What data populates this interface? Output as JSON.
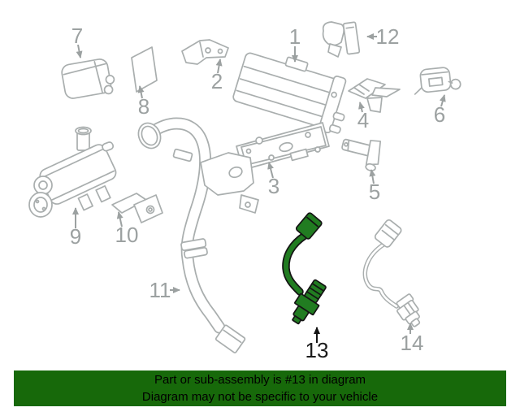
{
  "banner": {
    "line1": "Part or sub-assembly is #13 in diagram",
    "line2": "Diagram may not be specific to your vehicle",
    "bg_color": "#17690a",
    "text_color": "#000000"
  },
  "diagram": {
    "type": "exploded-parts-diagram",
    "highlighted_part": "13",
    "line_color": "#a9aeae",
    "label_color": "#9ca1a1",
    "highlight_fill": "#217c21",
    "highlight_stroke": "#141414",
    "callouts": [
      {
        "label": "1"
      },
      {
        "label": "2"
      },
      {
        "label": "3"
      },
      {
        "label": "4"
      },
      {
        "label": "5"
      },
      {
        "label": "6"
      },
      {
        "label": "7"
      },
      {
        "label": "8"
      },
      {
        "label": "9"
      },
      {
        "label": "10"
      },
      {
        "label": "11"
      },
      {
        "label": "12"
      },
      {
        "label": "13"
      },
      {
        "label": "14"
      }
    ]
  }
}
